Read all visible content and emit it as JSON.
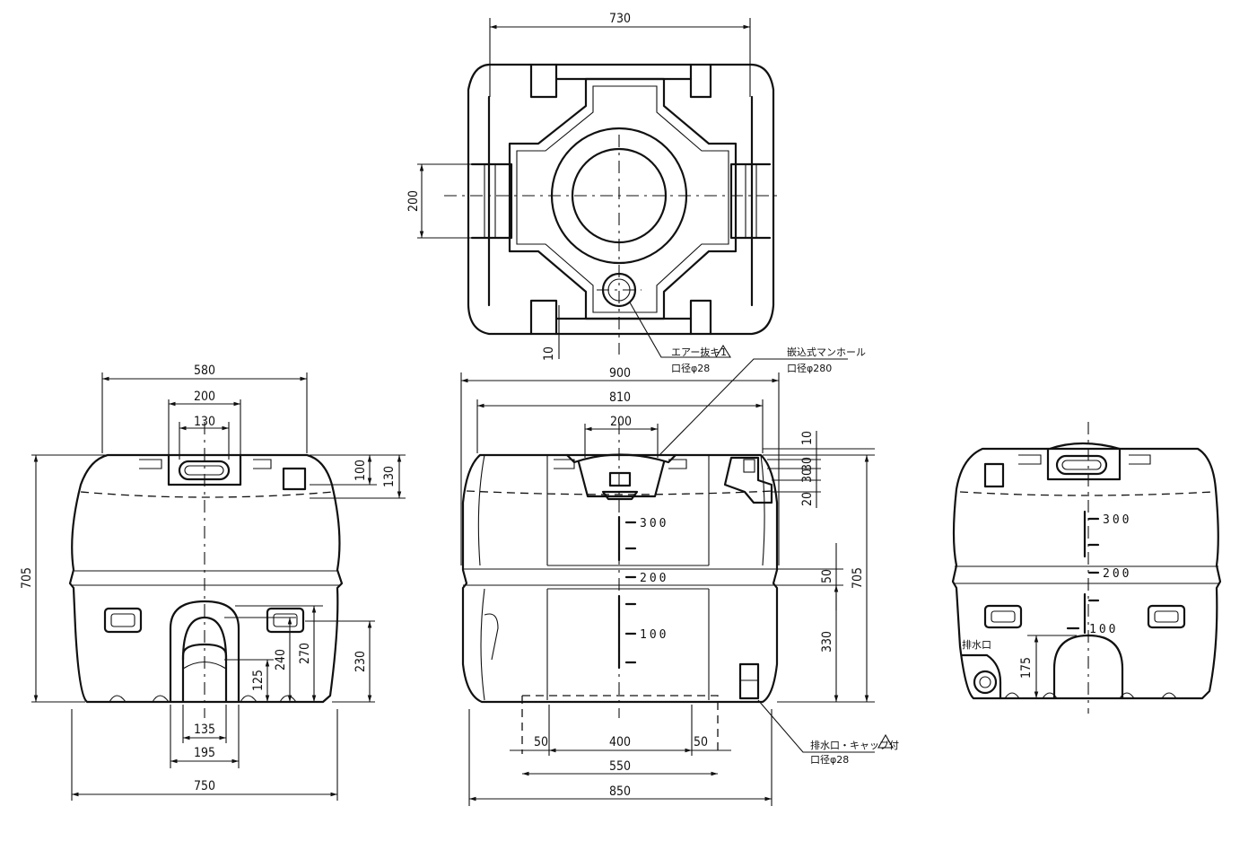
{
  "top_view": {
    "width_730": "730",
    "handle_200": "200",
    "gap_10": "10",
    "air_vent_label": "エアー抜キ",
    "air_vent_dia": "口径φ28"
  },
  "manhole": {
    "label": "嵌込式マンホール",
    "dia": "口径φ280"
  },
  "left_view": {
    "w580": "580",
    "w200": "200",
    "w130": "130",
    "h100": "100",
    "h130": "130",
    "h705": "705",
    "h270": "270",
    "h230": "230",
    "h240": "240",
    "h125": "125",
    "w135": "135",
    "w195": "195",
    "w750": "750"
  },
  "front_view": {
    "w900": "900",
    "w810": "810",
    "w200": "200",
    "h10": "10",
    "h30a": "30",
    "h30b": "30",
    "h20": "20",
    "h50": "50",
    "h705": "705",
    "h330": "330",
    "scale_300": "300",
    "scale_200": "200",
    "scale_100": "100",
    "w50a": "50",
    "w400": "400",
    "w50b": "50",
    "w550": "550",
    "w850": "850",
    "drain_label": "排水口・キャップ付",
    "drain_dia": "口径φ28"
  },
  "right_view": {
    "scale_300": "300",
    "scale_200": "200",
    "scale_100": "100",
    "drain_port": "排水口",
    "h175": "175"
  },
  "notes": {
    "warning_mark": "1"
  }
}
